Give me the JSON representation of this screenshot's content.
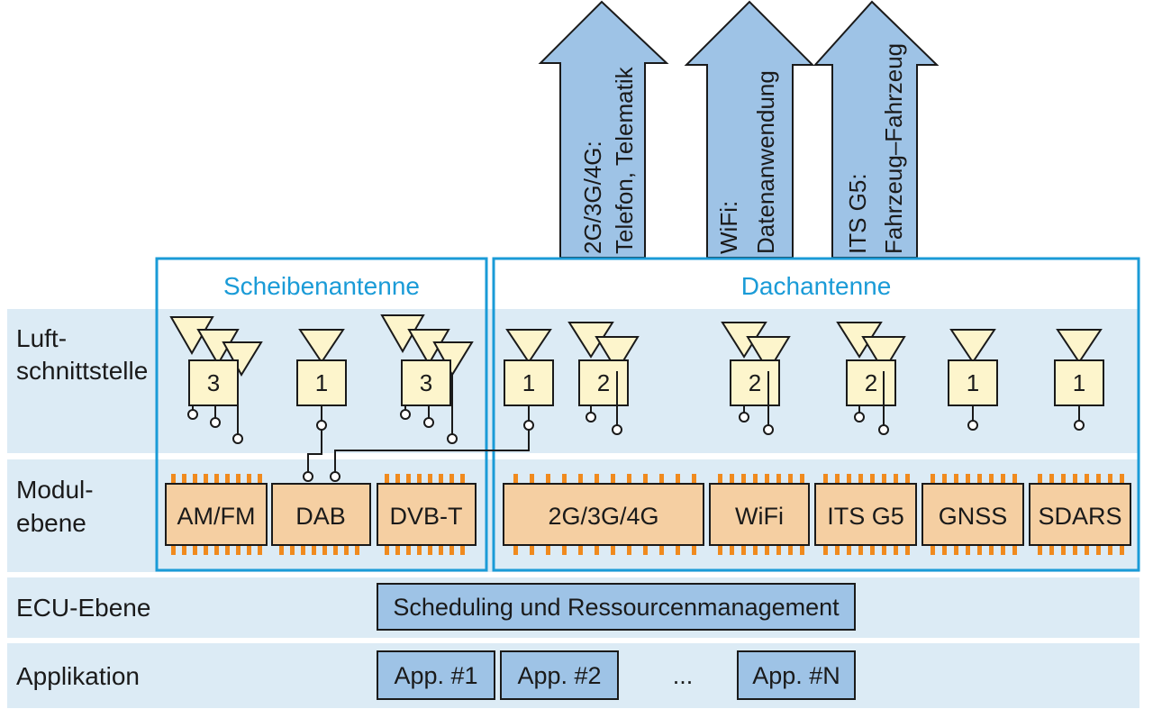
{
  "colors": {
    "band": "#dcebf5",
    "frame": "#1a9bd7",
    "module": "#f5cfa2",
    "pin": "#f08a1e",
    "antenna": "#fdf5cc",
    "blue_box": "#9ec3e6"
  },
  "rows": {
    "luft": [
      "Luft-",
      "schnittstelle"
    ],
    "modul": [
      "Modul-",
      "ebene"
    ],
    "ecu": "ECU-Ebene",
    "app": "Applikation"
  },
  "groups": {
    "scheibe": "Scheibenantenne",
    "dach": "Dachantenne"
  },
  "arrows": [
    [
      "2G/3G/4G:",
      "Telefon, Telematik"
    ],
    [
      "WiFi:",
      "Datenanwendung"
    ],
    [
      "ITS G5:",
      "Fahrzeug–Fahrzeug"
    ]
  ],
  "antennas": [
    "3",
    "1",
    "3",
    "1",
    "2",
    "2",
    "2",
    "1",
    "1"
  ],
  "modules": [
    "AM/FM",
    "DAB",
    "DVB-T",
    "2G/3G/4G",
    "WiFi",
    "ITS G5",
    "GNSS",
    "SDARS"
  ],
  "ecu_box": "Scheduling und Ressourcenmanagement",
  "apps": [
    "App. #1",
    "App. #2",
    "...",
    "App. #N"
  ]
}
